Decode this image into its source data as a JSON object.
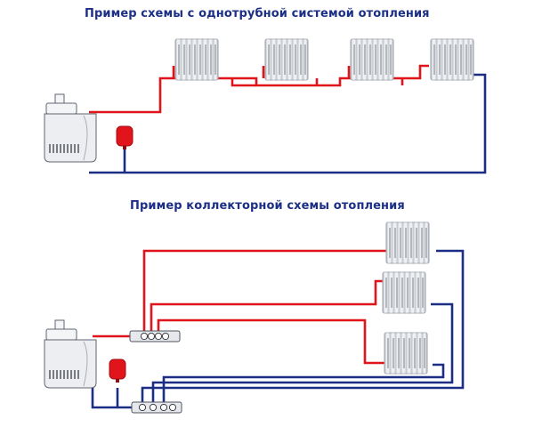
{
  "diagram": {
    "title_single_pipe": "Пример схемы с однотрубной системой отопления",
    "title_collector": "Пример коллекторной схемы отопления"
  },
  "colors": {
    "supply_pipe": "#e0141b",
    "return_pipe": "#1b2e84",
    "title_text": "#1c2f86",
    "expansion_tank": "#e1141b"
  },
  "components": {
    "single_pipe": [
      "boiler",
      "expansion-tank",
      "radiator",
      "radiator",
      "radiator",
      "radiator"
    ],
    "collector": [
      "boiler",
      "expansion-tank",
      "supply-manifold",
      "return-manifold",
      "radiator",
      "radiator",
      "radiator"
    ]
  }
}
